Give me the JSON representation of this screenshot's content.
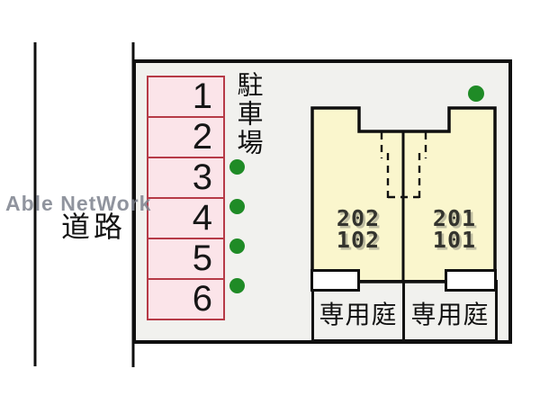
{
  "watermark": {
    "text": "Able NetWork"
  },
  "road": {
    "label": "道路"
  },
  "parking": {
    "label": "駐車場",
    "spaces": [
      {
        "label": "1"
      },
      {
        "label": "2"
      },
      {
        "label": "3"
      },
      {
        "label": "4"
      },
      {
        "label": "5"
      },
      {
        "label": "6"
      }
    ]
  },
  "building": {
    "units": [
      {
        "upper_label": "202",
        "lower_label": "102",
        "garden_label": "専用庭"
      },
      {
        "upper_label": "201",
        "lower_label": "101",
        "garden_label": "専用庭"
      }
    ]
  },
  "landscaping": {
    "bush_count": 5
  },
  "colors": {
    "site_background": "#f1f1ee",
    "building_fill": "#faf6cd",
    "parking_fill": "#fbe4e9",
    "parking_border": "#b63a47",
    "bush_green": "#1f8b26",
    "outline_black": "#0f0f0f",
    "watermark_gray": "#7d818d"
  }
}
